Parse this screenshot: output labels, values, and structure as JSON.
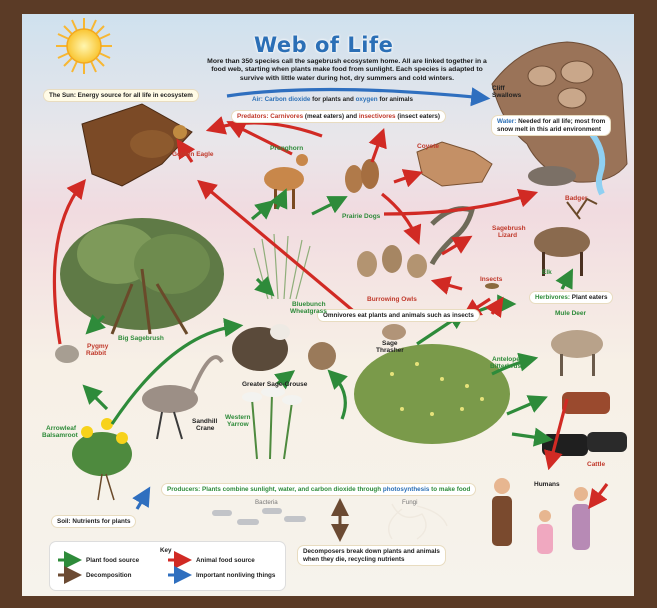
{
  "title": "Web of Life",
  "intro": "More than 350 species call the sagebrush ecosystem home. All are linked together in a food web, starting when plants make food from sunlight. Each species is adapted to survive with little water during hot, dry summers and cold winters.",
  "boxes": {
    "sun": {
      "term": "The Sun:",
      "text": " Energy source for all life in ecosystem"
    },
    "air": {
      "a": "Air: Carbon dioxide",
      "b": " for plants and ",
      "c": "oxygen",
      "d": " for animals"
    },
    "predators": {
      "a": "Predators: Carnivores",
      "b": " (meat eaters) and ",
      "c": "insectivores",
      "d": " (insect eaters)"
    },
    "water": {
      "term": "Water:",
      "line1": " Needed for all life; most from",
      "line2": "snow melt in this arid environment"
    },
    "omnivores": {
      "term": "Omnivores",
      "text": " eat plants and animals such as insects"
    },
    "herbivores": {
      "term": "Herbivores:",
      "text": " Plant eaters"
    },
    "producers": {
      "a": "Producers:",
      "b": " Plants combine sunlight, water, and carbon dioxide through ",
      "c": "photosynthesis",
      "d": " to make food"
    },
    "soil": {
      "term": "Soil:",
      "text": " Nutrients for plants"
    },
    "decomposers": {
      "term": "Decomposers",
      "line1": " break down plants and animals",
      "line2": "when they die, recycling nutrients"
    }
  },
  "labels": {
    "golden_eagle": "Golden Eagle",
    "pronghorn": "Pronghorn",
    "prairie_dogs": "Prairie Dogs",
    "coyote": "Coyote",
    "cliff_swallows_1": "Cliff",
    "cliff_swallows_2": "Swallows",
    "badger": "Badger",
    "sagebrush_lizard_1": "Sagebrush",
    "sagebrush_lizard_2": "Lizard",
    "elk": "Elk",
    "bluebunch_1": "Bluebunch",
    "bluebunch_2": "Wheatgrass",
    "burrowing_owls": "Burrowing Owls",
    "insects": "Insects",
    "big_sagebrush": "Big Sagebrush",
    "pygmy_rabbit_1": "Pygmy",
    "pygmy_rabbit_2": "Rabbit",
    "sage_thrasher_1": "Sage",
    "sage_thrasher_2": "Thrasher",
    "antelope_1": "Antelope",
    "antelope_2": "Bitterbrush",
    "mule_deer": "Mule Deer",
    "greater_sage_grouse": "Greater Sage-Grouse",
    "sandhill_1": "Sandhill",
    "sandhill_2": "Crane",
    "western_yarrow_1": "Western",
    "western_yarrow_2": "Yarrow",
    "arrowleaf_1": "Arrowleaf",
    "arrowleaf_2": "Balsamroot",
    "cattle": "Cattle",
    "humans": "Humans",
    "bacteria": "Bacteria",
    "fungi": "Fungi"
  },
  "key": {
    "title": "Key",
    "plant": "Plant food source",
    "animal": "Animal food source",
    "decomp": "Decomposition",
    "nonliving": "Important nonliving things"
  },
  "colors": {
    "plant_arrow": "#2e8b3a",
    "animal_arrow": "#d12a24",
    "decomp_arrow": "#6b4a32",
    "nonliving_arrow": "#2f6fbf",
    "title": "#2b6fb6",
    "frame": "#5b3b26"
  }
}
